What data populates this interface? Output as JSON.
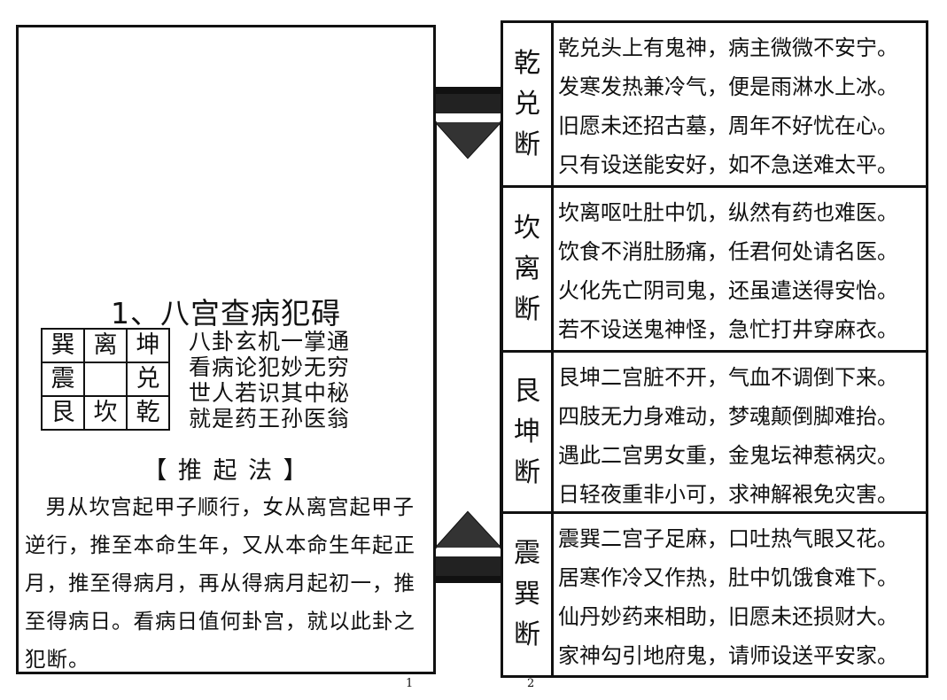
{
  "left_page": {
    "title": "1、八宫查病犯碍",
    "grid": [
      [
        "巽",
        "离",
        "坤"
      ],
      [
        "震",
        "",
        "兑"
      ],
      [
        "艮",
        "坎",
        "乾"
      ]
    ],
    "verse": [
      "八卦玄机一掌通",
      "看病论犯妙无穷",
      "世人若识其中秘",
      "就是药王孙医翁"
    ],
    "method_heading": "【 推 起 法 】",
    "method_text": "男从坎宫起甲子顺行，女从离宫起甲子逆行，推至本命生年，又从本命生年起正月，推至得病月，再从得病月起初一，推至得病日。看病日值何卦宫，就以此卦之犯断。",
    "page_number": "1"
  },
  "right_page": {
    "sections": [
      {
        "label": [
          "乾",
          "兑",
          "断"
        ],
        "lines": [
          "乾兑头上有鬼神，病主微微不安宁。",
          "发寒发热兼冷气，便是雨淋水上冰。",
          "旧愿未还招古墓，周年不好忧在心。",
          "只有设送能安好，如不急送难太平。"
        ]
      },
      {
        "label": [
          "坎",
          "离",
          "断"
        ],
        "lines": [
          "坎离呕吐肚中饥，纵然有药也难医。",
          "饮食不消肚肠痛，任君何处请名医。",
          "火化先亡阴司鬼，还虽遣送得安怡。",
          "若不设送鬼神怪，急忙打井穿麻衣。"
        ]
      },
      {
        "label": [
          "艮",
          "坤",
          "断"
        ],
        "lines": [
          "艮坤二宫脏不开，气血不调倒下来。",
          "四肢无力身难动，梦魂颠倒脚难抬。",
          "遇此二宫男女重，金鬼坛神惹祸灾。",
          "日轻夜重非小可，求神解裉免灾害。"
        ]
      },
      {
        "label": [
          "震",
          "巽",
          "断"
        ],
        "lines": [
          "震巽二宫子足麻，口吐热气眼又花。",
          "居寒作冷又作热，肚中饥饿食难下。",
          "仙丹妙药来相助，旧愿未还损财大。",
          "家神勾引地府鬼，请师设送平安家。"
        ]
      }
    ],
    "page_number": "2"
  }
}
